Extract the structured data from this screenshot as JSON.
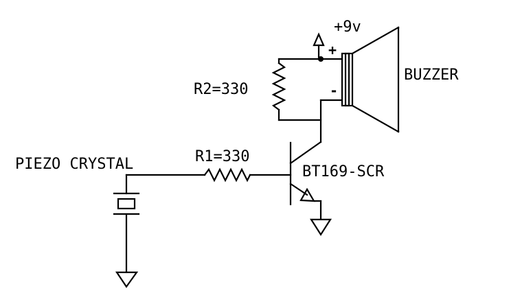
{
  "labels": {
    "supply": "+9v",
    "buzzer": "BUZZER",
    "r2": "R2=330",
    "r1": "R1=330",
    "piezo": "PIEZO CRYSTAL",
    "scr": "BT169-SCR",
    "plus": "+",
    "minus": "-"
  },
  "colors": {
    "ink": "#000000",
    "background": "#ffffff"
  },
  "symbols": [
    "supply-arrow-icon",
    "buzzer-icon",
    "resistor-icon",
    "piezo-crystal-icon",
    "transistor-icon",
    "ground-icon"
  ]
}
